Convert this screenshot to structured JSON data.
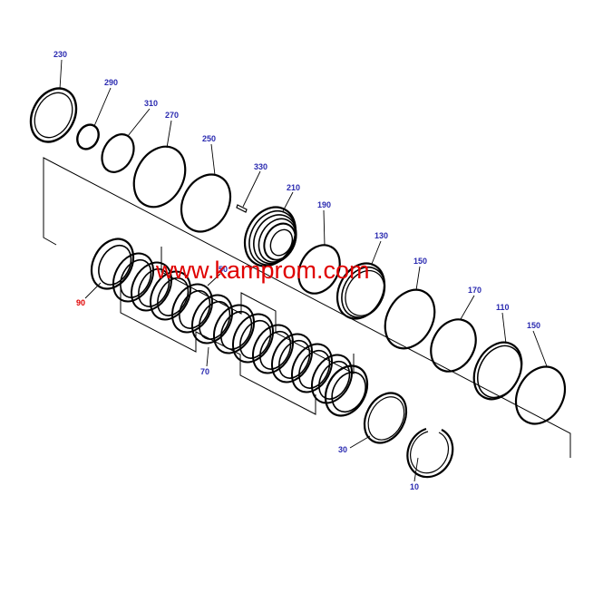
{
  "watermark": "www.kamprom.com",
  "colors": {
    "label": "#2a2ab0",
    "highlight": "#e00000",
    "line": "#000000",
    "watermark": "#e00000"
  },
  "labels": {
    "p230": "230",
    "p290": "290",
    "p310": "310",
    "p270": "270",
    "p250": "250",
    "p330": "330",
    "p210": "210",
    "p190": "190",
    "p130": "130",
    "p150a": "150",
    "p170": "170",
    "p110": "110",
    "p150b": "150",
    "p50": "50",
    "p70": "70",
    "p30": "30",
    "p10": "10",
    "p90": "90"
  }
}
